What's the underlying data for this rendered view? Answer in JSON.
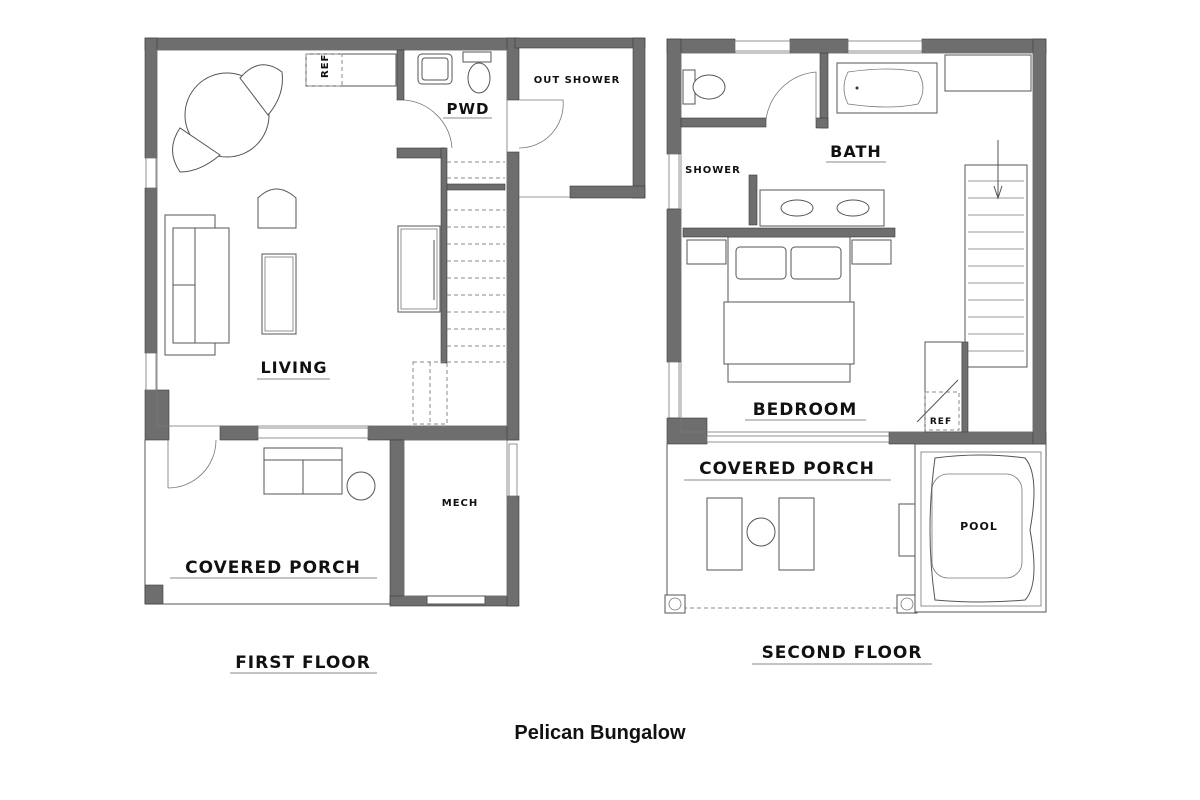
{
  "title": "Pelican Bungalow",
  "colors": {
    "wall": "#6e6e6e",
    "line": "#555555",
    "background": "#ffffff",
    "text": "#111111"
  },
  "first_floor": {
    "label": "FIRST FLOOR",
    "rooms": {
      "living": "LIVING",
      "pwd": "PWD",
      "out_shower": "OUT SHOWER",
      "covered_porch": "COVERED PORCH",
      "mech": "MECH",
      "ref": "REF"
    }
  },
  "second_floor": {
    "label": "SECOND FLOOR",
    "rooms": {
      "bath": "BATH",
      "shower": "SHOWER",
      "bedroom": "BEDROOM",
      "ref": "REF",
      "covered_porch": "COVERED PORCH",
      "pool": "POOL"
    }
  }
}
